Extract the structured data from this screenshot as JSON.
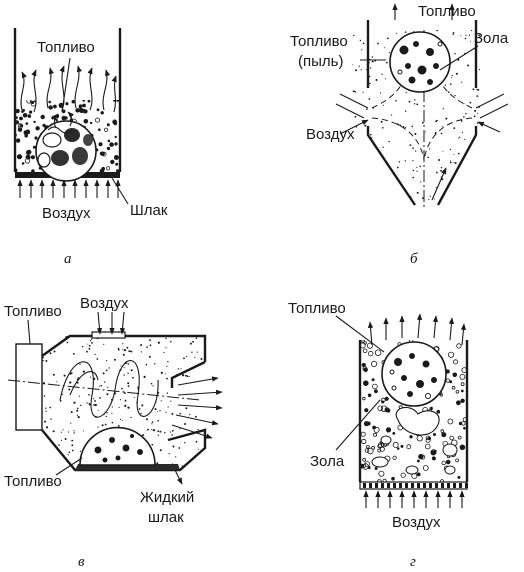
{
  "panel_a": {
    "caption": "а",
    "label_fuel": "Топливо",
    "label_air": "Воздух",
    "label_slag": "Шлак"
  },
  "panel_b": {
    "caption": "б",
    "label_fuel": "Топливо",
    "label_fuel_dust_line1": "Топливо",
    "label_fuel_dust_line2": "(пыль)",
    "label_ash": "Зола",
    "label_air": "Воздух"
  },
  "panel_v": {
    "caption": "в",
    "label_fuel_top": "Топливо",
    "label_air": "Воздух",
    "label_fuel_bottom": "Топливо",
    "label_liquid_slag_line1": "Жидкий",
    "label_liquid_slag_line2": "шлак"
  },
  "panel_g": {
    "caption": "г",
    "label_fuel": "Топливо",
    "label_ash": "Зола",
    "label_air": "Воздух"
  },
  "colors": {
    "ink": "#1a1a1a",
    "background": "#ffffff"
  }
}
